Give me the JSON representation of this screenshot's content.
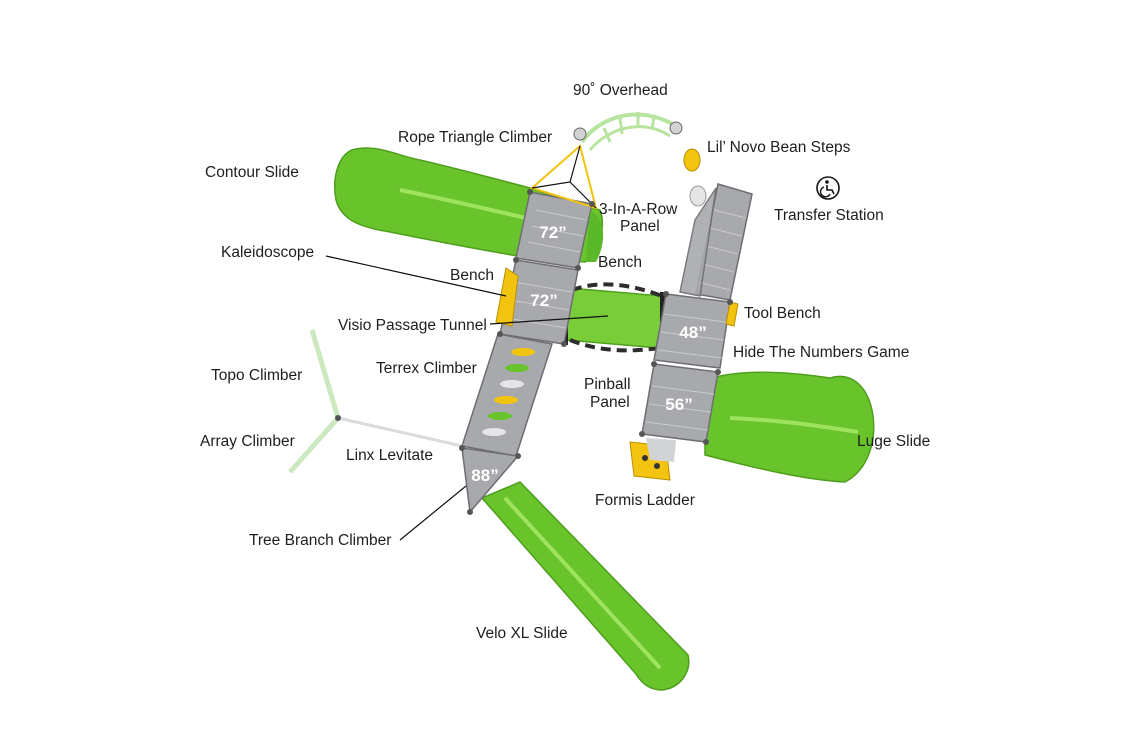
{
  "labels": {
    "overhead": "90˚ Overhead",
    "rope_triangle": "Rope Triangle Climber",
    "lil_novo": "Lil’ Novo Bean Steps",
    "contour_slide": "Contour Slide",
    "three_in_a_row_1": "3-In-A-Row",
    "three_in_a_row_2": "Panel",
    "transfer_station": "Transfer Station",
    "kaleidoscope": "Kaleidoscope",
    "bench_left": "Bench",
    "bench_right": "Bench",
    "tool_bench": "Tool Bench",
    "visio_tunnel": "Visio Passage Tunnel",
    "hide_numbers": "Hide The Numbers Game",
    "terrex": "Terrex Climber",
    "topo": "Topo Climber",
    "pinball_1": "Pinball",
    "pinball_2": "Panel",
    "luge_slide": "Luge Slide",
    "array": "Array Climber",
    "linx": "Linx Levitate",
    "formis": "Formis Ladder",
    "tree_branch": "Tree Branch Climber",
    "velo_slide": "Velo XL Slide"
  },
  "decks": {
    "deck_a": "72”",
    "deck_b": "72”",
    "deck_c": "48”",
    "deck_d": "56”",
    "deck_e": "88”"
  },
  "icons": {
    "accessibility": "wheelchair-icon"
  },
  "colors": {
    "slide_green": "#69c42c",
    "deck_gray": "#a7a9ac",
    "accent_yellow": "#f2c40f"
  }
}
